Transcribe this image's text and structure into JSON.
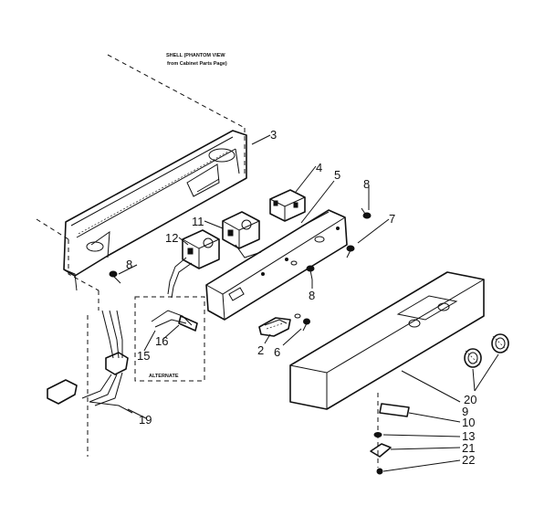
{
  "note": {
    "line1": "SHELL (PHANTOM VIEW",
    "line2": "from Cabinet Parts Page)"
  },
  "alternate_label": "ALTERNATE",
  "callouts": {
    "c2": "2",
    "c3": "3",
    "c4": "4",
    "c5": "5",
    "c6": "6",
    "c7": "7",
    "c8a": "8",
    "c8b": "8",
    "c8c": "8",
    "c9": "9",
    "c10": "10",
    "c11": "11",
    "c12": "12",
    "c13": "13",
    "c15": "15",
    "c16": "16",
    "c19": "19",
    "c20": "20",
    "c21": "21",
    "c22": "22"
  }
}
